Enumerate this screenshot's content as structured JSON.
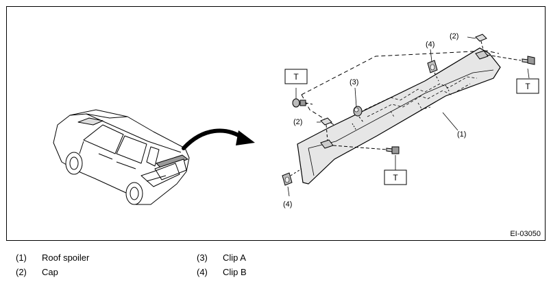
{
  "figure_code": "EI-03050",
  "callouts": {
    "roof_spoiler": "(1)",
    "cap_top": "(2)",
    "cap_left": "(2)",
    "clip_a": "(3)",
    "clip_b_top": "(4)",
    "clip_b_bottom": "(4)"
  },
  "torque_marks": {
    "left": "T",
    "right": "T",
    "bottom": "T"
  },
  "legend": [
    {
      "num": "(1)",
      "label": "Roof spoiler"
    },
    {
      "num": "(2)",
      "label": "Cap"
    },
    {
      "num": "(3)",
      "label": "Clip A"
    },
    {
      "num": "(4)",
      "label": "Clip B"
    }
  ]
}
